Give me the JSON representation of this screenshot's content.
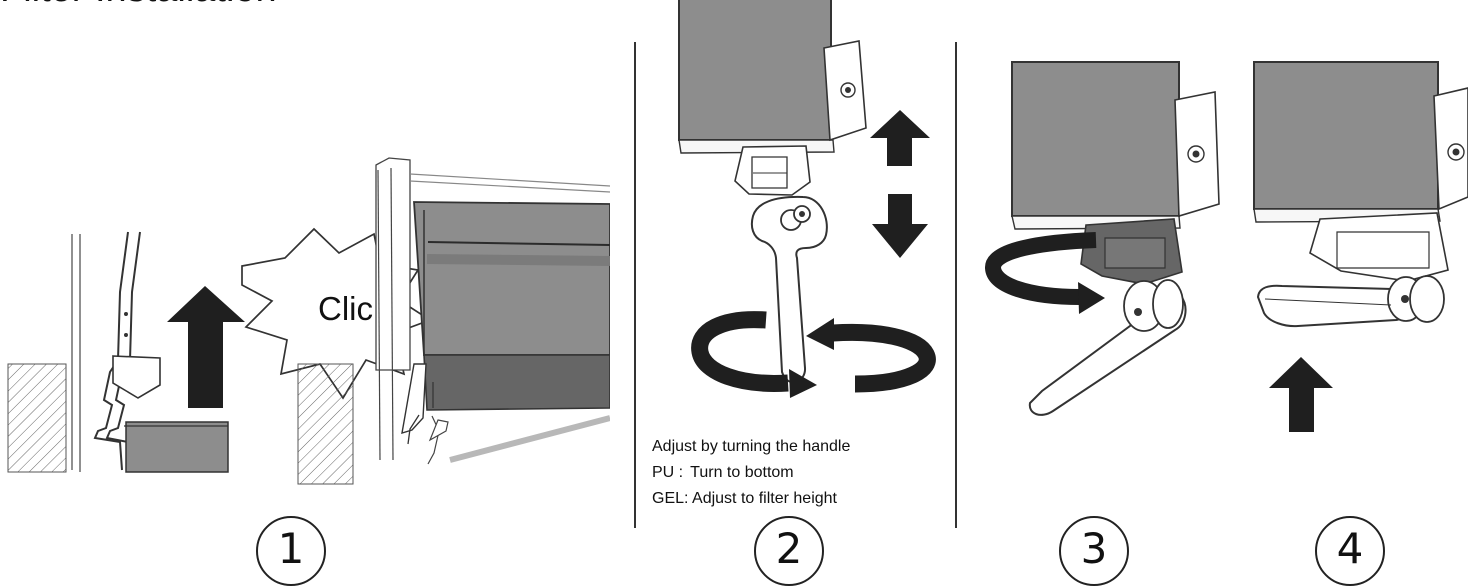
{
  "title": "Filter Installation",
  "callout": {
    "text": "Clic"
  },
  "steps": [
    {
      "label": "1"
    },
    {
      "label": "2"
    },
    {
      "label": "3"
    },
    {
      "label": "4"
    }
  ],
  "instructions": {
    "line1": "Adjust by turning the handle",
    "line2_key": "PU :",
    "line2_value": "Turn to bottom",
    "line3_key": "GEL:",
    "line3_value": "Adjust to filter height"
  },
  "colors": {
    "filter_gray": "#8d8d8d",
    "dark_arrow": "#1f1f1f",
    "outline": "#2b2b2b"
  }
}
